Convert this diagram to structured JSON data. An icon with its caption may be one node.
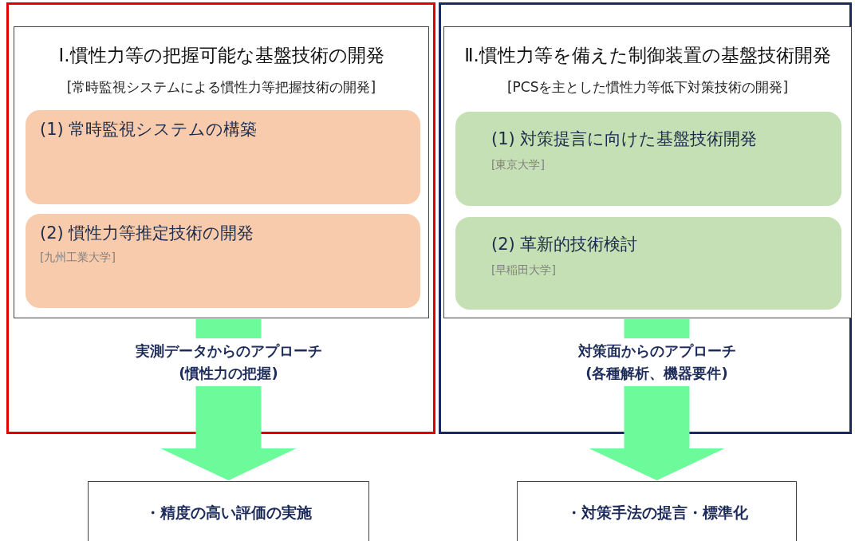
{
  "diagram": {
    "nodes": [
      {
        "text": [],
        "shape": "box"
      },
      {
        "text": [
          "Ⅰ.慣性力等の把握可能な基盤技術の開発",
          "[常時監視システムによる慣性力等把握技術の開発]"
        ],
        "in": 0
      },
      {
        "text": [
          "(1) 常時監視システムの構築"
        ],
        "in": 1
      },
      {
        "text": [
          "(2) 慣性力等推定技術の開発",
          "[九州工業大学]"
        ],
        "in": 1
      },
      {
        "text": [],
        "shape": "box"
      },
      {
        "text": [
          "Ⅱ.慣性力等を備えた制御装置の基盤技術開発",
          "[PCSを主とした慣性力等低下対策技術の開発]"
        ],
        "in": 4
      },
      {
        "text": [
          "(1) 対策提言に向けた基盤技術開発",
          "[東京大学]"
        ],
        "in": 5
      },
      {
        "text": [
          "(2) 革新的技術検討",
          "[早稲田大学]"
        ],
        "in": 5
      },
      {
        "text": [
          "・精度の高い評価の実施"
        ]
      },
      {
        "text": [
          "・対策手法の提言・標準化"
        ]
      }
    ],
    "edges": [
      {
        "from": 1,
        "to": 8,
        "arrow": "to",
        "label": "実測データからのアプローチ (慣性力の把握)"
      },
      {
        "from": 5,
        "to": 9,
        "arrow": "to",
        "label": "対策面からのアプローチ (各種解析、機器要件)"
      }
    ]
  }
}
